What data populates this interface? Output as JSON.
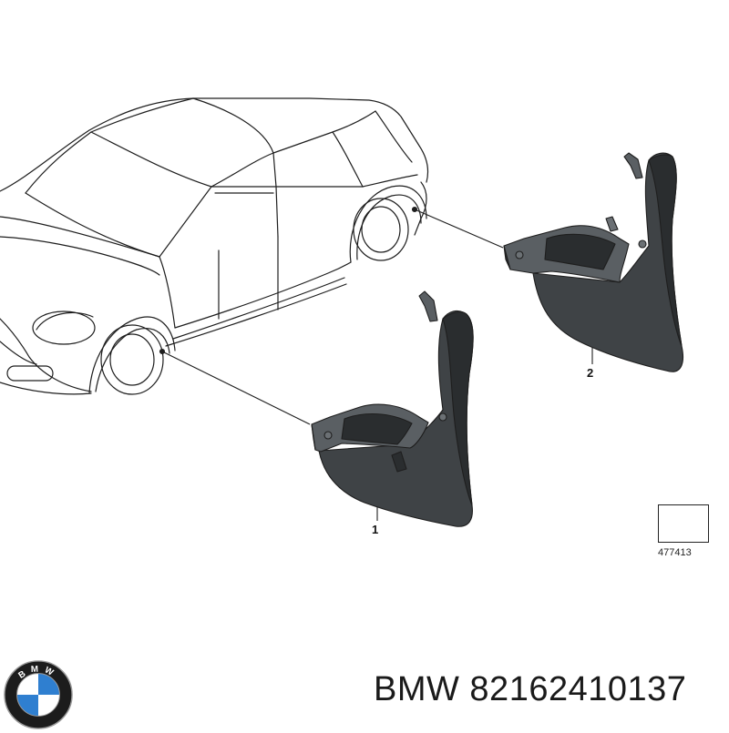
{
  "diagram": {
    "callouts": [
      "1",
      "2"
    ],
    "reference_number": "477413"
  },
  "logo": {
    "letters": [
      "B",
      "M",
      "W"
    ],
    "colors": {
      "ring": "#1c1c1c",
      "blue": "#2f7fd0",
      "white": "#ffffff"
    }
  },
  "footer": {
    "text": "BMW 82162410137"
  },
  "colors": {
    "part_fill": "#3f4346",
    "part_dark": "#2a2d2f",
    "part_light": "#5a5f63",
    "line": "#1e1e1e"
  }
}
